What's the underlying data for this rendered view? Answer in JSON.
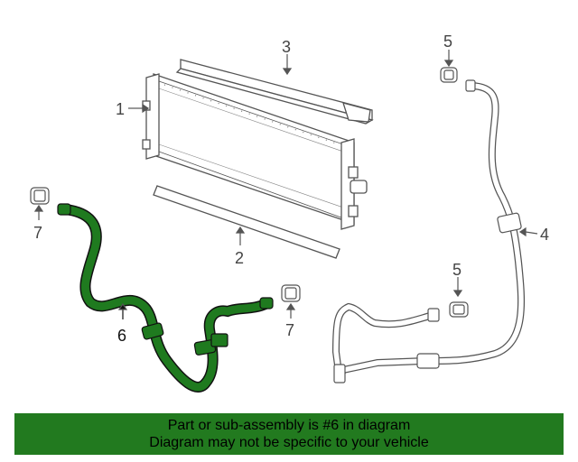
{
  "callouts": {
    "c1": "1",
    "c2": "2",
    "c3": "3",
    "c4": "4",
    "c5a": "5",
    "c5b": "5",
    "c6": "6",
    "c7a": "7",
    "c7b": "7"
  },
  "banner": {
    "line1": "Part or sub-assembly is #6 in diagram",
    "line2": "Diagram may not be specific to your vehicle"
  },
  "colors": {
    "highlight": "#1f7a1f",
    "banner": "#227a1f",
    "line": "#555555"
  }
}
